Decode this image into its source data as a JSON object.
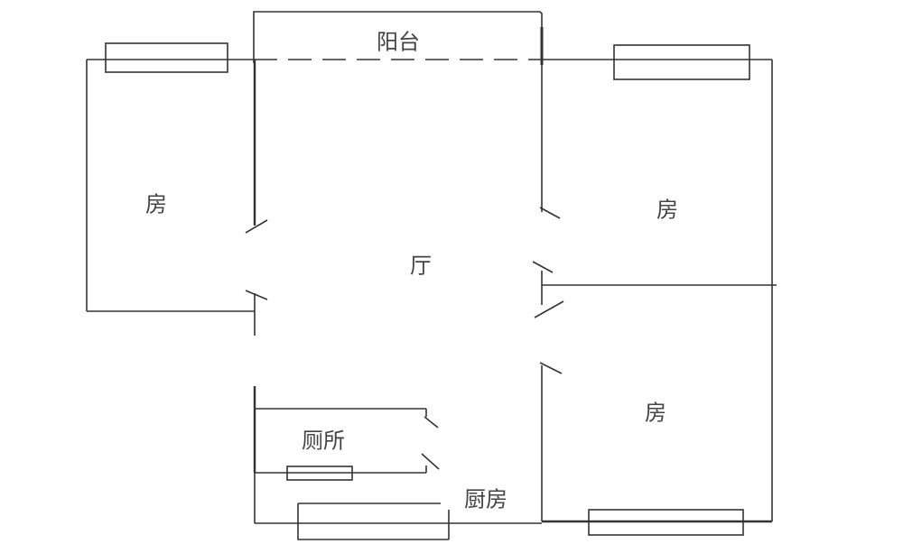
{
  "rooms": {
    "balcony": "阳台",
    "bedroom_left": "房",
    "living_room": "厅",
    "bedroom_right_top": "房",
    "bedroom_right_bottom": "房",
    "toilet": "厕所",
    "kitchen": "厨房"
  },
  "colors": {
    "line": "#333333",
    "text": "#444444"
  }
}
